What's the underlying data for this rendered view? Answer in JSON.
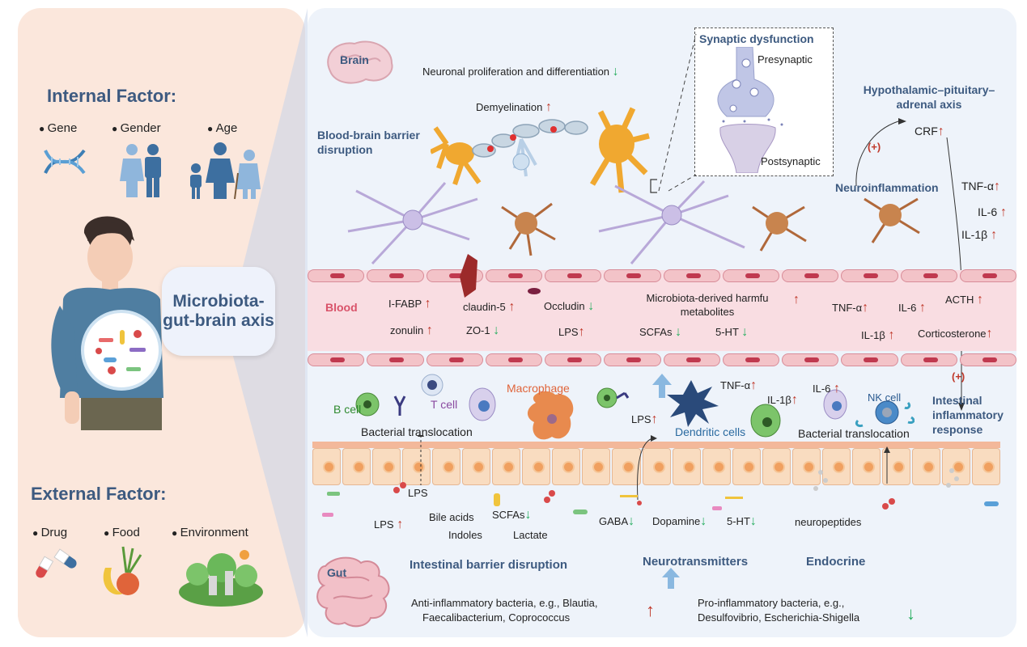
{
  "left": {
    "internal_title": "Internal Factor:",
    "internal_items": [
      "Gene",
      "Gender",
      "Age"
    ],
    "external_title": "External Factor:",
    "external_items": [
      "Drug",
      "Food",
      "Environment"
    ],
    "axis_label": "Microbiota-gut-brain axis"
  },
  "brain": {
    "label": "Brain",
    "neuronal": "Neuronal proliferation and differentiation",
    "demyelination": "Demyelination",
    "bbb": "Blood-brain barrier disruption",
    "synaptic_title": "Synaptic dysfunction",
    "presynaptic": "Presynaptic",
    "postsynaptic": "Postsynaptic",
    "hpa": "Hypothalamic–pituitary–adrenal axis",
    "crf": "CRF",
    "plus": "(+)",
    "neuroinflammation": "Neuroinflammation",
    "tnf": "TNF-α",
    "il6": "IL-6",
    "il1b": "IL-1β"
  },
  "blood": {
    "label": "Blood",
    "ifabp": "I-FABP",
    "claudin": "claudin-5",
    "occludin": "Occludin",
    "metabolites": "Microbiota-derived harmfu metabolites",
    "tnf": "TNF-α",
    "il6": "IL-6",
    "acth": "ACTH",
    "zonulin": "zonulin",
    "zo1": "ZO-1",
    "lps": "LPS",
    "scfas": "SCFAs",
    "ht5": "5-HT",
    "il1b": "IL-1β",
    "corticosterone": "Corticosterone"
  },
  "immune": {
    "bcell": "B cell",
    "tcell": "T cell",
    "macrophage": "Macrophage",
    "tnf": "TNF-α",
    "il6": "IL-6",
    "il1b": "IL-1β",
    "nkcell": "NK cell",
    "lps": "LPS",
    "dendritic": "Dendritic cells",
    "translocation_left": "Bacterial translocation",
    "translocation_right": "Bacterial translocation",
    "plus": "(+)",
    "intestinal_response": "Intestinal inflammatory response"
  },
  "gut": {
    "lps_top": "LPS",
    "lps": "LPS",
    "bile": "Bile acids",
    "indoles": "Indoles",
    "scfas": "SCFAs",
    "lactate": "Lactate",
    "gaba": "GABA",
    "dopamine": "Dopamine",
    "ht5": "5-HT",
    "neuropeptides": "neuropeptides",
    "label": "Gut",
    "barrier": "Intestinal barrier disruption",
    "neurotransmitters": "Neurotransmitters",
    "endocrine": "Endocrine",
    "anti_line1": "Anti-inflammatory bacteria, e.g., Blautia,",
    "anti_line2": "Faecalibacterium, Coprococcus",
    "pro_line1": "Pro-inflammatory bacteria, e.g.,",
    "pro_line2": "Desulfovibrio, Escherichia-Shigella"
  },
  "arrows": {
    "up": "↑",
    "down": "↓"
  },
  "colors": {
    "title_blue": "#3d5a80",
    "up_red": "#c0392b",
    "down_green": "#27ae60",
    "panel_pink": "#fbe7dc",
    "panel_blue": "#eef3fa"
  }
}
